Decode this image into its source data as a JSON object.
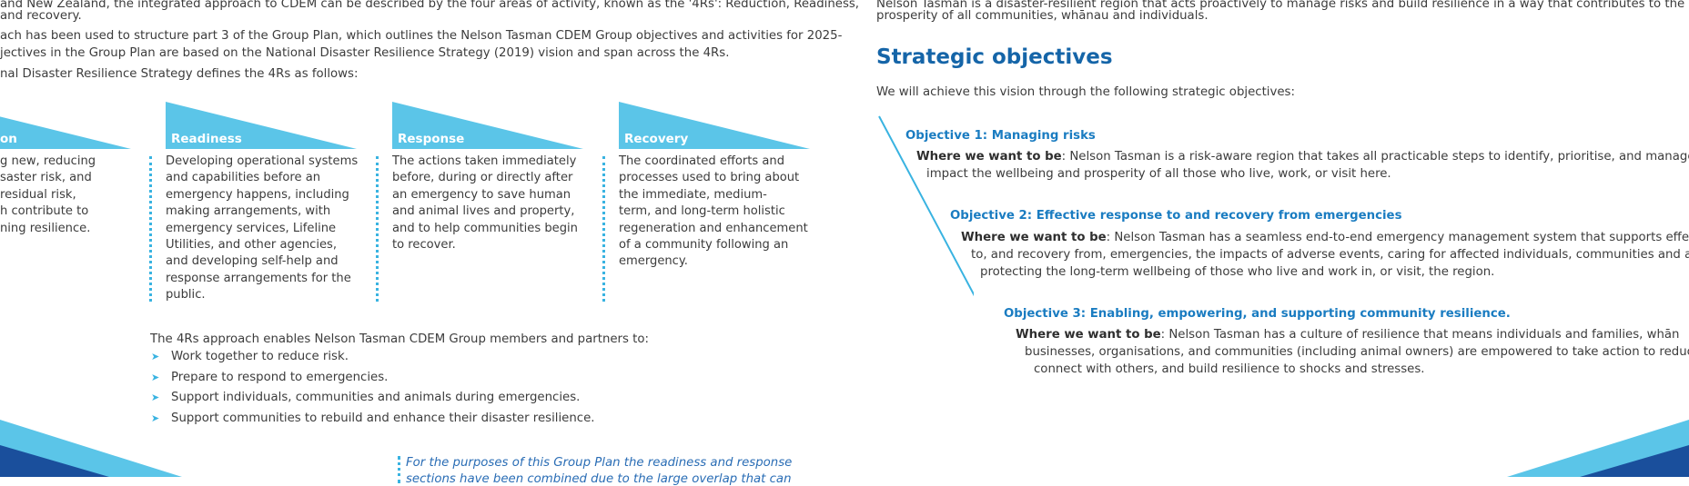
{
  "left": {
    "intro_lines": [
      "and New Zealand, the integrated approach to CDEM can be described by the four areas of activity, known as the '4Rs': Reduction, Readiness,",
      "and recovery.",
      "ach has been used to structure part 3 of the Group Plan, which outlines the Nelson Tasman CDEM Group objectives and activities for 2025-",
      "jectives in the Group Plan are based on the National Disaster Resilience Strategy (2019) vision and span across the 4Rs.",
      "nal Disaster Resilience Strategy defines the 4Rs as follows:"
    ],
    "columns": [
      {
        "heading": "on",
        "lines": [
          "g new, reducing",
          "saster risk, and",
          "residual risk,",
          "h contribute to",
          "ning resilience."
        ]
      },
      {
        "heading": "Readiness",
        "lines": [
          "Developing operational systems",
          "and capabilities before an",
          "emergency happens, including",
          "making arrangements, with",
          "emergency services, Lifeline",
          "Utilities, and other agencies,",
          "and developing self-help and",
          "response arrangements for the",
          "public."
        ]
      },
      {
        "heading": "Response",
        "lines": [
          "The actions taken immediately",
          "before, during or directly after",
          "an emergency to save human",
          "and animal lives and property,",
          "and to help communities begin",
          "to recover."
        ]
      },
      {
        "heading": "Recovery",
        "lines": [
          "The coordinated efforts and",
          "processes used to bring about",
          "the immediate, medium-",
          "term, and long-term holistic",
          "regeneration and enhancement",
          "of a community following an",
          "emergency."
        ]
      }
    ],
    "approach_intro": "The 4Rs approach enables Nelson Tasman CDEM Group members and partners to:",
    "bullets": [
      "Work together to reduce risk.",
      "Prepare to respond to emergencies.",
      "Support individuals, communities and animals during emergencies.",
      "Support communities to rebuild and enhance their disaster resilience."
    ],
    "note_lines": [
      "For the purposes of this Group Plan the readiness and response",
      "sections have been combined due to the large overlap that can"
    ]
  },
  "right": {
    "vision_lines": [
      "Nelson Tasman is a disaster-resilient region that acts proactively to manage risks and build resilience in a way that contributes to the w",
      "prosperity of all communities, whānau and individuals."
    ],
    "section_title": "Strategic objectives",
    "section_intro": "We will achieve this vision through the following strategic objectives:",
    "objectives": [
      {
        "title": "Objective 1: Managing risks",
        "label": "Where we want to be",
        "lines": [
          ": Nelson Tasman is a risk-aware region that takes all practicable steps to identify, prioritise, and manage risks",
          "impact the wellbeing and prosperity of all those who live, work, or visit here."
        ]
      },
      {
        "title": "Objective 2: Effective response to and recovery from emergencies",
        "label": "Where we want to be",
        "lines": [
          ": Nelson Tasman has a seamless end-to-end emergency management system that supports effectiv",
          "to, and recovery from, emergencies, the impacts of adverse events, caring for affected individuals, communities and an",
          "protecting the long-term wellbeing of those who live and work in, or visit, the region."
        ]
      },
      {
        "title": "Objective 3: Enabling, empowering, and supporting community resilience.",
        "label": "Where we want to be",
        "lines": [
          ": Nelson Tasman has a culture of resilience that means individuals and families, whān",
          "businesses, organisations, and communities (including animal owners) are empowered to take action to reduce",
          "connect with others, and build resilience to shocks and stresses."
        ]
      }
    ]
  },
  "colors": {
    "accent_light": "#5bc5e8",
    "accent_dark": "#1565a8",
    "heading_blue": "#1a7cc1",
    "band_dark": "#1a4f9c"
  },
  "icons": {
    "bullet": "arrow-bullet-icon"
  }
}
